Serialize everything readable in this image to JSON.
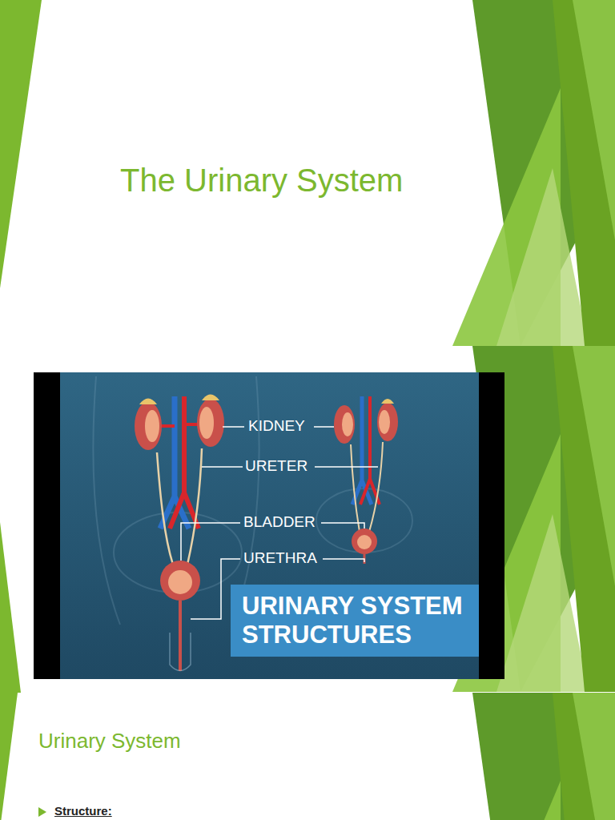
{
  "diagram": {
    "title": "The Urinary System",
    "nodes": [
      {
        "text": [
          "URINARY SYSTEM STRUCTURES"
        ]
      }
    ],
    "labels": [
      "KIDNEY",
      "URETER",
      "BLADDER",
      "URETHRA",
      "Urinary System",
      "Structure:"
    ]
  }
}
